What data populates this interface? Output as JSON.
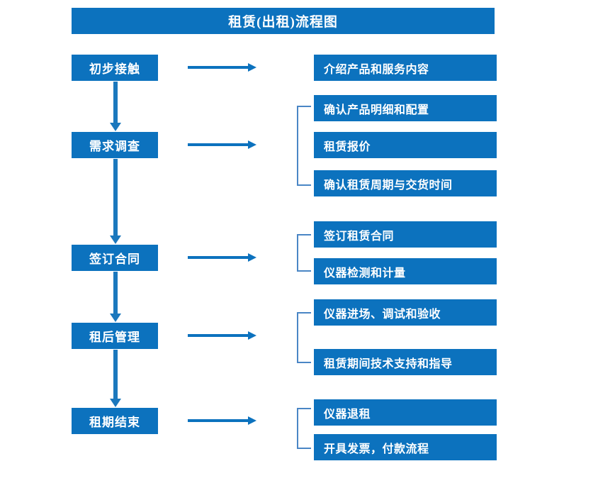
{
  "title": "租赁(出租)流程图",
  "accent_color": "#0C72BE",
  "bracket_color": "#4A86C5",
  "stages": [
    {
      "label": "初步接触"
    },
    {
      "label": "需求调查"
    },
    {
      "label": "签订合同"
    },
    {
      "label": "租后管理"
    },
    {
      "label": "租期结束"
    }
  ],
  "details": [
    {
      "label": "介绍产品和服务内容"
    },
    {
      "label": "确认产品明细和配置"
    },
    {
      "label": "租赁报价"
    },
    {
      "label": "确认租赁周期与交货时间"
    },
    {
      "label": "签订租赁合同"
    },
    {
      "label": "仪器检测和计量"
    },
    {
      "label": "仪器进场、调试和验收"
    },
    {
      "label": "租赁期间技术支持和指导"
    },
    {
      "label": "仪器退租"
    },
    {
      "label": "开具发票，付款流程"
    }
  ]
}
